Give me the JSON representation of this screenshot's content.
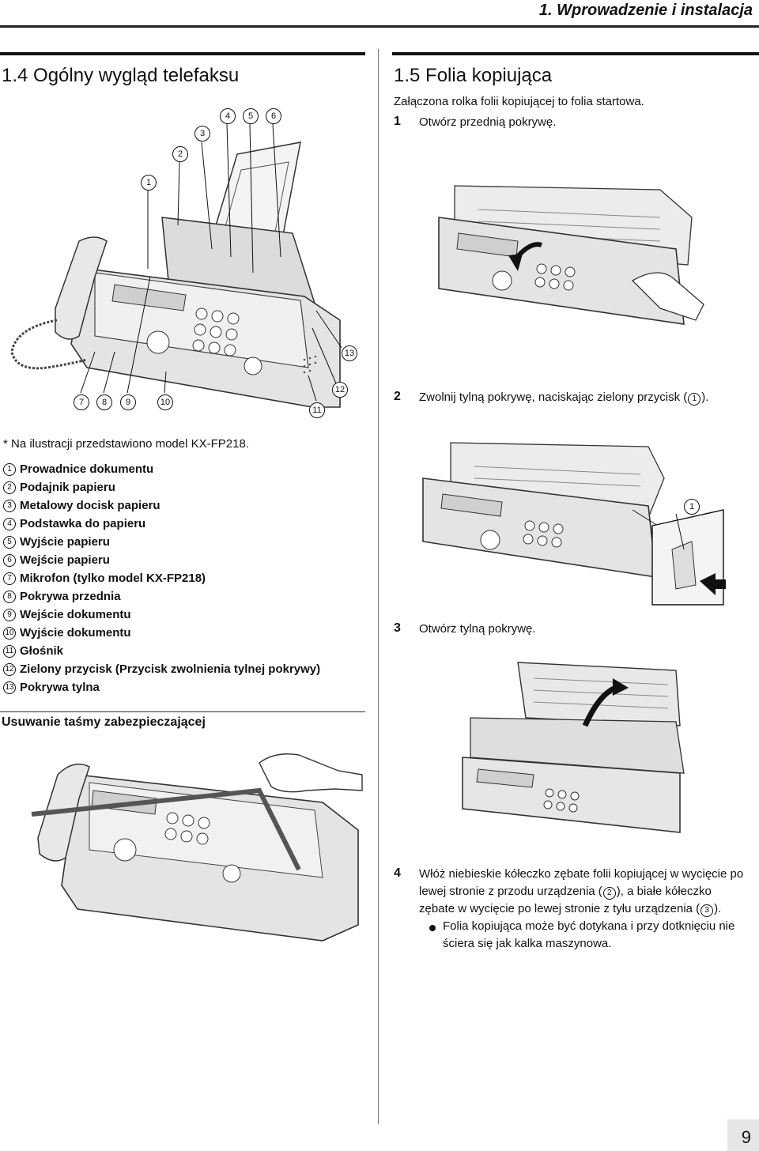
{
  "header": {
    "chapter_title": "1. Wprowadzenie i instalacja"
  },
  "left": {
    "section_title": "1.4 Ogólny wygląd telefaksu",
    "overview_callouts": [
      "1",
      "2",
      "3",
      "4",
      "5",
      "6",
      "7",
      "8",
      "9",
      "10",
      "11",
      "12",
      "13"
    ],
    "model_note": "* Na ilustracji przedstawiono model KX-FP218.",
    "legend": [
      {
        "num": "1",
        "text": "Prowadnice dokumentu"
      },
      {
        "num": "2",
        "text": "Podajnik papieru"
      },
      {
        "num": "3",
        "text": "Metalowy docisk papieru"
      },
      {
        "num": "4",
        "text": "Podstawka do papieru"
      },
      {
        "num": "5",
        "text": "Wyjście papieru"
      },
      {
        "num": "6",
        "text": "Wejście papieru"
      },
      {
        "num": "7",
        "text": "Mikrofon (tylko model KX-FP218)"
      },
      {
        "num": "8",
        "text": "Pokrywa przednia"
      },
      {
        "num": "9",
        "text": "Wejście dokumentu"
      },
      {
        "num": "10",
        "text": "Wyjście dokumentu"
      },
      {
        "num": "11",
        "text": "Głośnik"
      },
      {
        "num": "12",
        "text": "Zielony przycisk (Przycisk zwolnienia tylnej pokrywy)"
      },
      {
        "num": "13",
        "text": "Pokrywa tylna"
      }
    ],
    "subsection_title": "Usuwanie taśmy zabezpieczającej"
  },
  "right": {
    "section_title": "1.5 Folia kopiująca",
    "intro": "Załączona rolka folii kopiującej to folia startowa.",
    "steps": [
      {
        "num": "1",
        "text": "Otwórz przednią pokrywę."
      },
      {
        "num": "2",
        "text_before": "Zwolnij tylną pokrywę, naciskając zielony przycisk (",
        "ref": "1",
        "text_after": ")."
      },
      {
        "num": "3",
        "text": "Otwórz tylną pokrywę."
      },
      {
        "num": "4",
        "lines": [
          "Włóż niebieskie kółeczko zębate folii kopiującej w wycięcie po",
          "lewej stronie z przodu urządzenia (",
          "zębate w wycięcie po lewej stronie z tyłu urządzenia ("
        ],
        "ref_a": "2",
        "after_a": "), a białe kółeczko",
        "ref_b": "3",
        "after_b": ").",
        "bullet_lines": [
          "Folia kopiująca może być dotykana i przy dotknięciu nie",
          "ściera się jak kalka maszynowa."
        ]
      }
    ],
    "step2_callout": "1"
  },
  "footer": {
    "page_number": "9"
  }
}
